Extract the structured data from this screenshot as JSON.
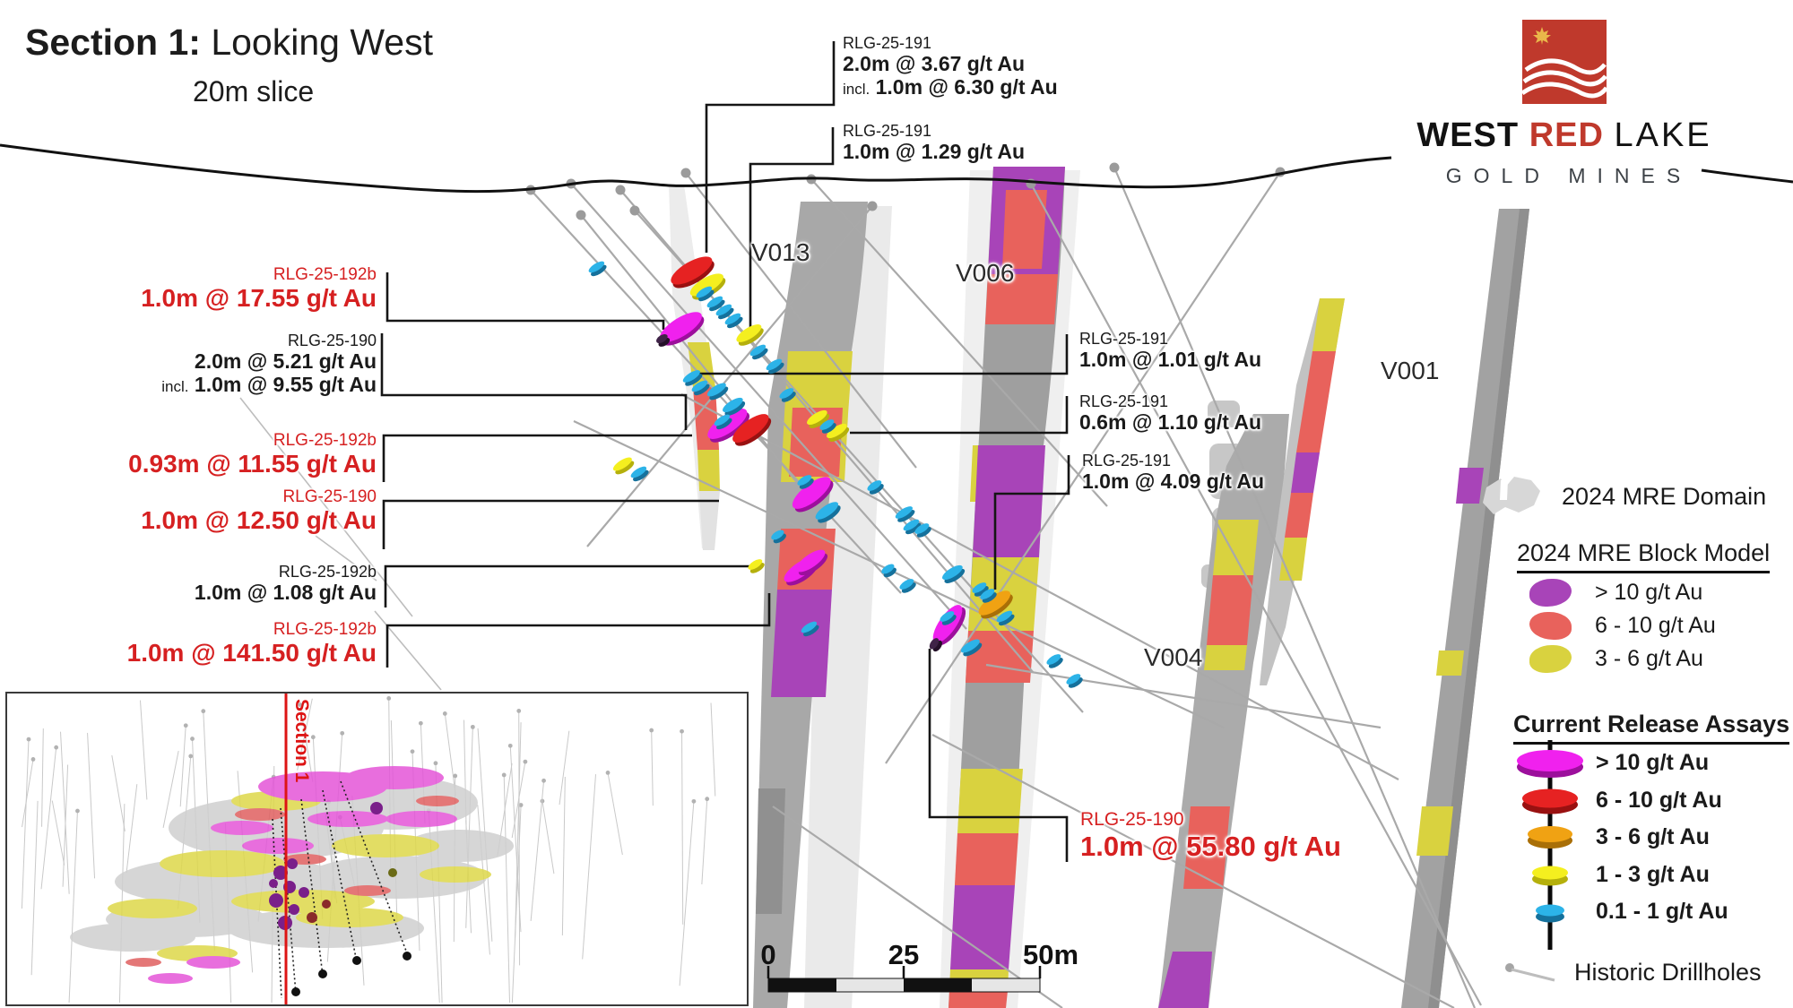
{
  "title": {
    "section": "Section 1:",
    "looking": " Looking West",
    "slice": "20m slice"
  },
  "logo": {
    "west": "WEST",
    "red": "RED",
    "lake": "LAKE",
    "line2": "GOLD MINES"
  },
  "vein_labels": {
    "v013": "V013",
    "v006": "V006",
    "v004": "V004",
    "v001": "V001"
  },
  "annotations": {
    "top": [
      {
        "hole": "RLG-25-191",
        "line1": "2.0m @ 3.67 g/t Au",
        "incl_prefix": "incl.",
        "incl": "1.0m @ 6.30 g/t Au"
      },
      {
        "hole": "RLG-25-191",
        "line1": "1.0m @ 1.29 g/t Au"
      }
    ],
    "left": [
      {
        "hole": "RLG-25-192b",
        "line1": "1.0m @ 17.55 g/t Au"
      },
      {
        "hole": "RLG-25-190",
        "line1": "2.0m @ 5.21 g/t Au",
        "incl_prefix": "incl.",
        "incl": "1.0m @ 9.55 g/t Au"
      },
      {
        "hole": "RLG-25-192b",
        "line1": "0.93m @ 11.55 g/t Au"
      },
      {
        "hole": "RLG-25-190",
        "line1": "1.0m @ 12.50 g/t Au"
      },
      {
        "hole": "RLG-25-192b",
        "line1": "1.0m @ 1.08 g/t Au"
      },
      {
        "hole": "RLG-25-192b",
        "line1": "1.0m @ 141.50 g/t Au"
      }
    ],
    "right": [
      {
        "hole": "RLG-25-191",
        "line1": "1.0m @ 1.01 g/t Au"
      },
      {
        "hole": "RLG-25-191",
        "line1": "0.6m @ 1.10 g/t Au"
      },
      {
        "hole": "RLG-25-191",
        "line1": "1.0m @ 4.09 g/t Au"
      }
    ],
    "bottom": [
      {
        "hole": "RLG-25-190",
        "line1": "1.0m @ 55.80 g/t Au"
      }
    ]
  },
  "legend": {
    "domain_label": "2024 MRE Domain",
    "block_model": {
      "heading": "2024 MRE Block Model",
      "items": [
        {
          "label": "> 10 g/t Au",
          "color": "#a844b8"
        },
        {
          "label": "6 - 10 g/t Au",
          "color": "#e8625c"
        },
        {
          "label": "3 - 6 g/t Au",
          "color": "#d9d23f"
        }
      ]
    },
    "assays": {
      "heading": "Current Release Assays",
      "items": [
        {
          "label": "> 10 g/t Au",
          "color": "#f021ee"
        },
        {
          "label": "6 - 10 g/t Au",
          "color": "#e62222"
        },
        {
          "label": "3 - 6 g/t Au",
          "color": "#f0a213"
        },
        {
          "label": "1 - 3 g/t Au",
          "color": "#f4ef1f"
        },
        {
          "label": "0.1 - 1 g/t Au",
          "color": "#2cb3e8"
        }
      ]
    },
    "historic_label": "Historic Drillholes"
  },
  "scale_bar": {
    "t0": "0",
    "t25": "25",
    "t50": "50m"
  },
  "inset": {
    "section_label": "Section 1"
  },
  "colors": {
    "annotation_red": "#d62021",
    "logo_red": "#bf392c",
    "section_line": "#dd1414"
  }
}
